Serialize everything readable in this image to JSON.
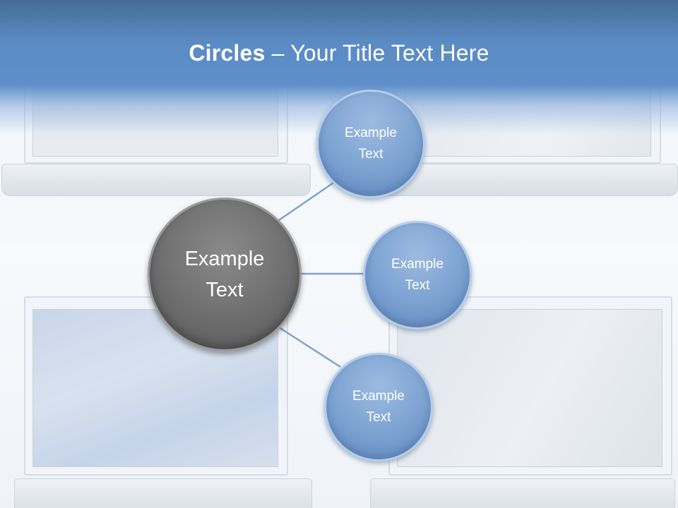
{
  "title": {
    "bold": "Circles",
    "rest": " – Your Title Text Here"
  },
  "diagram": {
    "center": {
      "label": "Example\nText"
    },
    "satellites": [
      {
        "label": "Example\nText"
      },
      {
        "label": "Example\nText"
      },
      {
        "label": "Example\nText"
      }
    ]
  },
  "colors": {
    "header": "#5b8bc3",
    "center_circle": "#737373",
    "satellite_circle": "#7ea4d3",
    "connector": "#7fa3cc"
  }
}
